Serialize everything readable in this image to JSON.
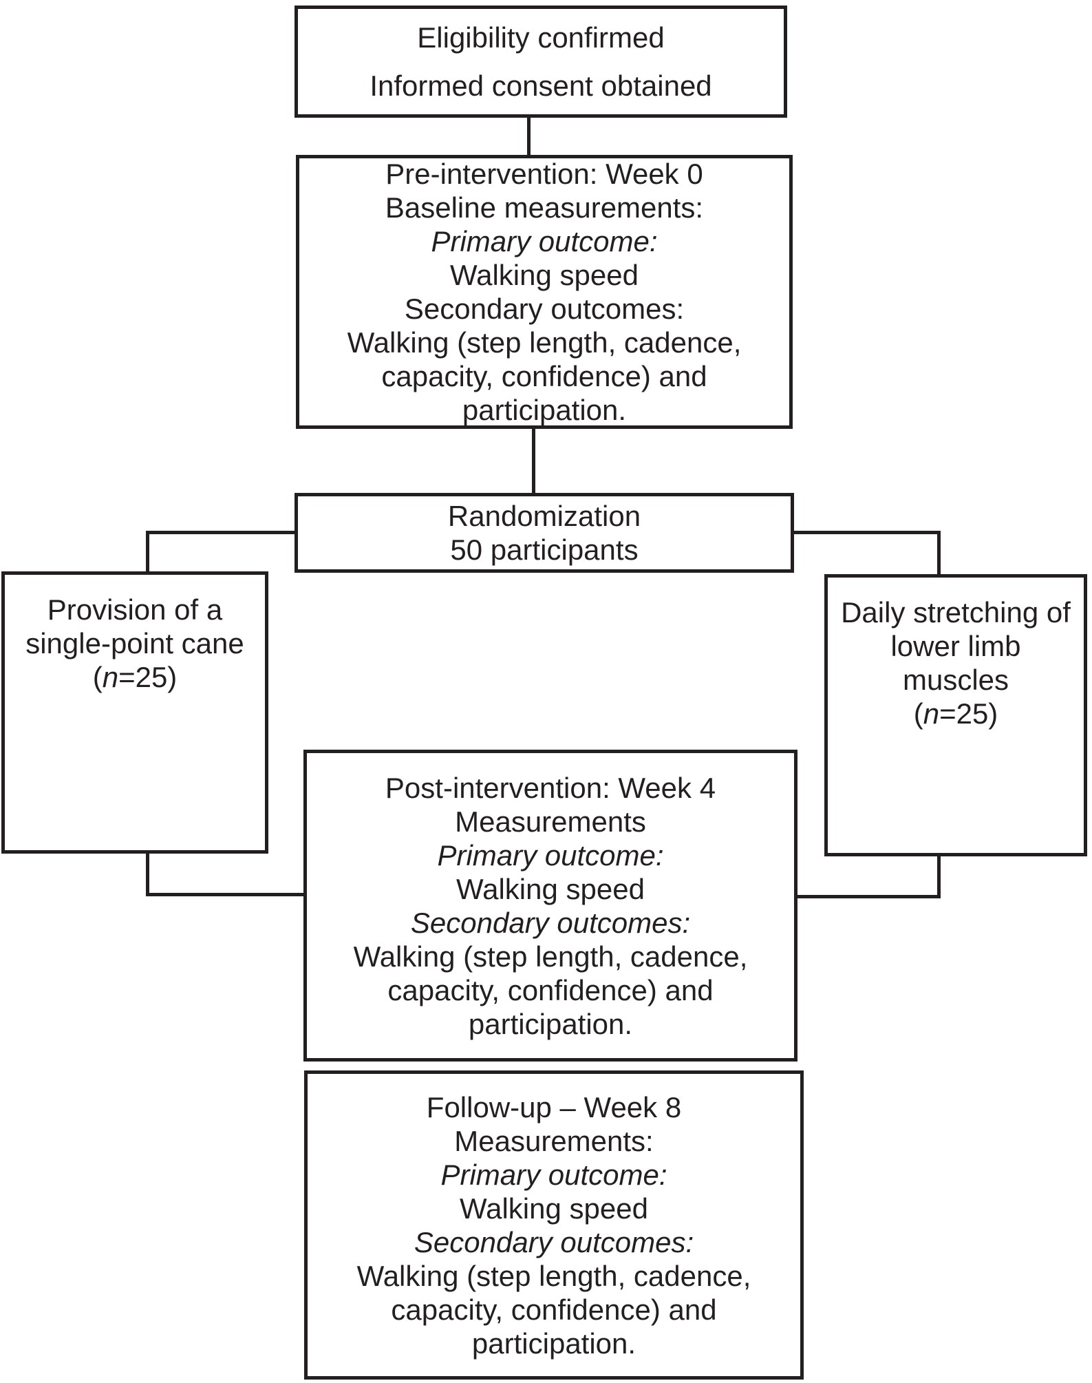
{
  "colors": {
    "ink": "#231f20",
    "background": "#ffffff"
  },
  "boxes": {
    "eligibility": {
      "line1": "Eligibility confirmed",
      "line2": "Informed consent obtained"
    },
    "pre": {
      "l1": "Pre-intervention: Week 0",
      "l2": "Baseline measurements:",
      "l3": "Primary outcome:",
      "l4": "Walking speed",
      "l5": "Secondary outcomes:",
      "l6": "Walking (step length, cadence,",
      "l7": "capacity, confidence) and",
      "l8": "participation."
    },
    "randomization": {
      "l1": "Randomization",
      "l2": "50 participants"
    },
    "cane": {
      "l1": "Provision of a",
      "l2": "single-point cane",
      "n_open": "(",
      "n_var": "n",
      "n_rest": "=25)"
    },
    "stretching": {
      "l1": "Daily stretching of",
      "l2": "lower limb",
      "l3": "muscles",
      "n_open": "(",
      "n_var": "n",
      "n_rest": "=25)"
    },
    "post": {
      "l1": "Post-intervention: Week 4",
      "l2": "Measurements",
      "l3": "Primary outcome:",
      "l4": "Walking speed",
      "l5": "Secondary outcomes:",
      "l6": "Walking (step length, cadence,",
      "l7": "capacity, confidence) and",
      "l8": "participation."
    },
    "followup": {
      "l1": "Follow-up – Week 8",
      "l2": "Measurements:",
      "l3": "Primary outcome:",
      "l4": "Walking speed",
      "l5": "Secondary outcomes:",
      "l6": "Walking (step length, cadence,",
      "l7": "capacity, confidence) and",
      "l8": "participation."
    }
  }
}
